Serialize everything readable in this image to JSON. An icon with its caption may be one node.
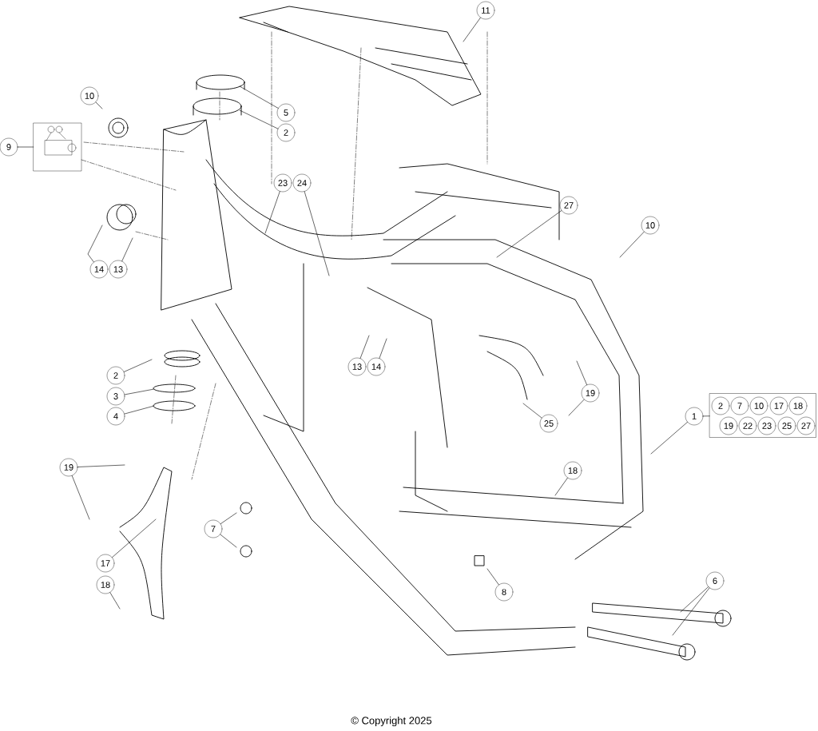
{
  "diagram": {
    "nodes": [
      {
        "text": [
          "11"
        ]
      },
      {
        "text": [
          "5"
        ]
      },
      {
        "text": [
          "2"
        ]
      },
      {
        "text": [
          "10"
        ]
      },
      {
        "text": [
          "9"
        ]
      },
      {
        "text": [],
        "shape": "picture"
      },
      {
        "text": [
          "23"
        ]
      },
      {
        "text": [
          "24"
        ]
      },
      {
        "text": [
          "27"
        ]
      },
      {
        "text": [
          "10"
        ]
      },
      {
        "text": [
          "14"
        ]
      },
      {
        "text": [
          "13"
        ]
      },
      {
        "text": [
          "13"
        ]
      },
      {
        "text": [
          "14"
        ]
      },
      {
        "text": [
          "2"
        ]
      },
      {
        "text": [
          "3"
        ]
      },
      {
        "text": [
          "4"
        ]
      },
      {
        "text": [
          "19"
        ]
      },
      {
        "text": [
          "1"
        ]
      },
      {
        "text": [],
        "shape": "box"
      },
      {
        "text": [
          "2"
        ],
        "in": 19
      },
      {
        "text": [
          "7"
        ],
        "in": 19
      },
      {
        "text": [
          "10"
        ],
        "in": 19
      },
      {
        "text": [
          "17"
        ],
        "in": 19
      },
      {
        "text": [
          "18"
        ],
        "in": 19
      },
      {
        "text": [
          "19"
        ],
        "in": 19
      },
      {
        "text": [
          "22"
        ],
        "in": 19
      },
      {
        "text": [
          "23"
        ],
        "in": 19
      },
      {
        "text": [
          "25"
        ],
        "in": 19
      },
      {
        "text": [
          "27"
        ],
        "in": 19
      },
      {
        "text": [
          "25"
        ]
      },
      {
        "text": [
          "19"
        ]
      },
      {
        "text": [
          "18"
        ]
      },
      {
        "text": [
          "7"
        ]
      },
      {
        "text": [
          "17"
        ]
      },
      {
        "text": [
          "8"
        ]
      },
      {
        "text": [
          "18"
        ]
      },
      {
        "text": [
          "6"
        ]
      }
    ],
    "edges": [
      {
        "from": 0,
        "to": null,
        "arrow": "none"
      },
      {
        "from": 1,
        "to": null,
        "arrow": "none"
      },
      {
        "from": 2,
        "to": null,
        "arrow": "none"
      },
      {
        "from": 3,
        "to": null,
        "arrow": "none"
      },
      {
        "from": 4,
        "to": 5,
        "arrow": "none"
      },
      {
        "from": 6,
        "to": null,
        "arrow": "none"
      },
      {
        "from": 7,
        "to": null,
        "arrow": "none"
      },
      {
        "from": 8,
        "to": null,
        "arrow": "none"
      },
      {
        "from": 9,
        "to": null,
        "arrow": "none"
      },
      {
        "from": 10,
        "to": null,
        "arrow": "none"
      },
      {
        "from": 11,
        "to": null,
        "arrow": "none"
      },
      {
        "from": 12,
        "to": null,
        "arrow": "none"
      },
      {
        "from": 13,
        "to": null,
        "arrow": "none"
      },
      {
        "from": 14,
        "to": null,
        "arrow": "none"
      },
      {
        "from": 15,
        "to": null,
        "arrow": "none"
      },
      {
        "from": 16,
        "to": null,
        "arrow": "none"
      },
      {
        "from": 17,
        "to": null,
        "arrow": "none"
      },
      {
        "from": 17,
        "to": null,
        "arrow": "none"
      },
      {
        "from": 18,
        "to": 19,
        "arrow": "none"
      },
      {
        "from": 18,
        "to": null,
        "arrow": "none"
      },
      {
        "from": 30,
        "to": null,
        "arrow": "none"
      },
      {
        "from": 31,
        "to": null,
        "arrow": "none"
      },
      {
        "from": 31,
        "to": null,
        "arrow": "none"
      },
      {
        "from": 32,
        "to": null,
        "arrow": "none"
      },
      {
        "from": 33,
        "to": null,
        "arrow": "none"
      },
      {
        "from": 33,
        "to": null,
        "arrow": "none"
      },
      {
        "from": 34,
        "to": null,
        "arrow": "none"
      },
      {
        "from": 35,
        "to": null,
        "arrow": "none"
      },
      {
        "from": 36,
        "to": null,
        "arrow": "none"
      },
      {
        "from": 37,
        "to": null,
        "arrow": "none"
      },
      {
        "from": 37,
        "to": null,
        "arrow": "none"
      }
    ],
    "labels": [
      "© Copyright 2025"
    ]
  }
}
